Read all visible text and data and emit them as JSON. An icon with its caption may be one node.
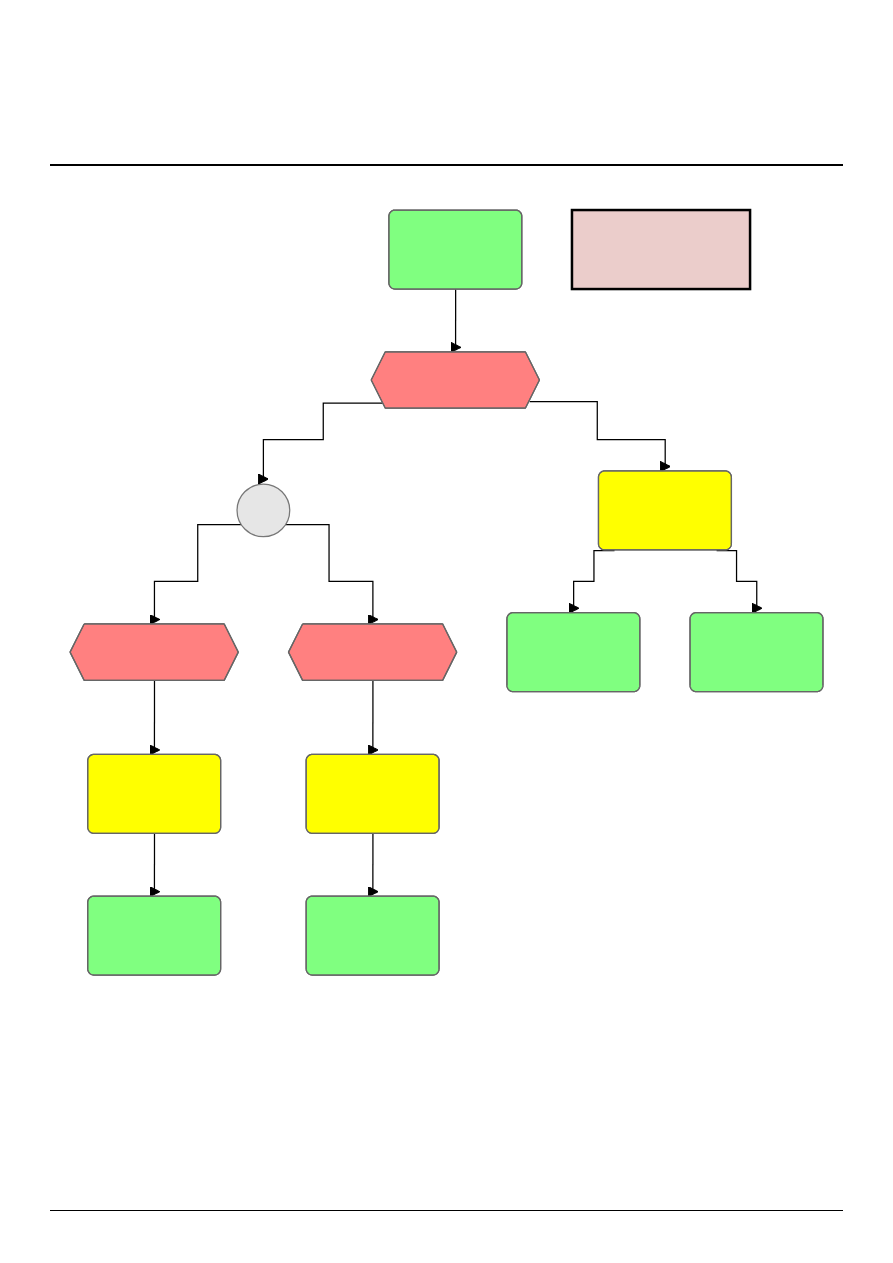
{
  "diagram": {
    "nodes": [
      {
        "text": [],
        "shape": "box"
      },
      {
        "text": [],
        "shape": "rectangle"
      },
      {
        "text": [],
        "shape": "hexagon"
      },
      {
        "text": [],
        "shape": "circle"
      },
      {
        "text": [],
        "shape": "box"
      },
      {
        "text": [],
        "shape": "hexagon"
      },
      {
        "text": [],
        "shape": "hexagon"
      },
      {
        "text": [],
        "shape": "box"
      },
      {
        "text": [],
        "shape": "box"
      },
      {
        "text": [],
        "shape": "box"
      },
      {
        "text": [],
        "shape": "box"
      },
      {
        "text": [],
        "shape": "box"
      },
      {
        "text": [],
        "shape": "box"
      }
    ],
    "edges": [
      {
        "from": 0,
        "to": 2,
        "arrow": "to"
      },
      {
        "from": 2,
        "to": 3,
        "arrow": "to"
      },
      {
        "from": 2,
        "to": 4,
        "arrow": "to"
      },
      {
        "from": 3,
        "to": 5,
        "arrow": "to"
      },
      {
        "from": 3,
        "to": 6,
        "arrow": "to"
      },
      {
        "from": 4,
        "to": 7,
        "arrow": "to"
      },
      {
        "from": 4,
        "to": 8,
        "arrow": "to"
      },
      {
        "from": 5,
        "to": 9,
        "arrow": "to"
      },
      {
        "from": 9,
        "to": 11,
        "arrow": "to"
      },
      {
        "from": 6,
        "to": 10,
        "arrow": "to"
      },
      {
        "from": 10,
        "to": 12,
        "arrow": "to"
      }
    ]
  }
}
